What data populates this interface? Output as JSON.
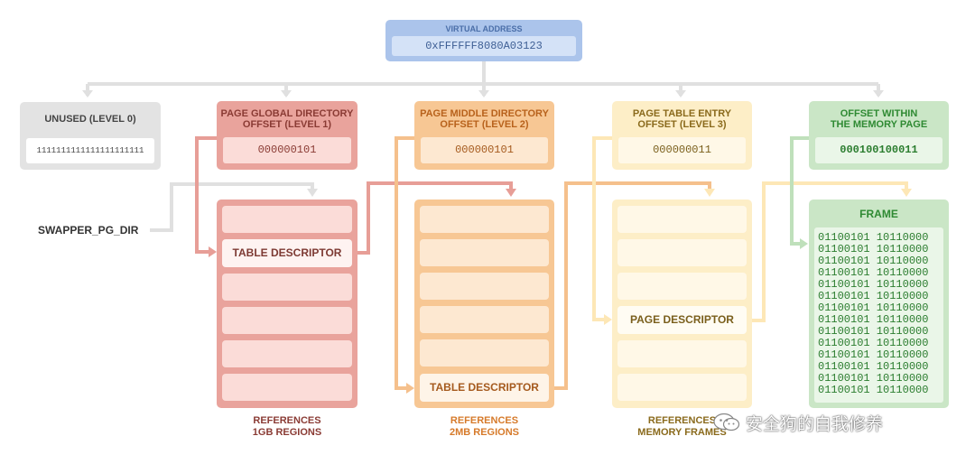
{
  "virtual_address": {
    "label": "VIRTUAL ADDRESS",
    "value": "0xFFFFFF8080A03123"
  },
  "fields": {
    "unused": {
      "label": "UNUSED (LEVEL 0)",
      "value": "1111111111111111111111"
    },
    "pgd": {
      "label_line1": "PAGE GLOBAL DIRECTORY",
      "label_line2": "OFFSET (LEVEL 1)",
      "value": "000000101"
    },
    "pmd": {
      "label_line1": "PAGE MIDDLE DIRECTORY",
      "label_line2": "OFFSET (LEVEL 2)",
      "value": "000000101"
    },
    "pte": {
      "label_line1": "PAGE TABLE ENTRY",
      "label_line2": "OFFSET (LEVEL 3)",
      "value": "000000011"
    },
    "offset": {
      "label_line1": "OFFSET WITHIN",
      "label_line2": "THE MEMORY PAGE",
      "value": "000100100011"
    }
  },
  "swapper": "SWAPPER_PG_DIR",
  "tables": {
    "level1": {
      "descriptor": "TABLE DESCRIPTOR",
      "caption_line1": "REFERENCES",
      "caption_line2": "1GB REGIONS"
    },
    "level2": {
      "descriptor": "TABLE DESCRIPTOR",
      "caption_line1": "REFERENCES",
      "caption_line2": "2MB REGIONS"
    },
    "level3": {
      "descriptor": "PAGE DESCRIPTOR",
      "caption_line1": "REFERENCES",
      "caption_line2": "MEMORY FRAMES"
    }
  },
  "frame": {
    "title": "FRAME",
    "rows": [
      "01100101 10110000",
      "01100101 10110000",
      "01100101 10110000",
      "01100101 10110000",
      "01100101 10110000",
      "01100101 10110000",
      "01100101 10110000",
      "01100101 10110000",
      "01100101 10110000",
      "01100101 10110000",
      "01100101 10110000",
      "01100101 10110000",
      "01100101 10110000",
      "01100101 10110000"
    ]
  },
  "watermark": "安全狗的自我修养",
  "colors": {
    "va_fill": "#abc4eb",
    "va_inner": "#d4e2f7",
    "va_text": "#4a6ea8",
    "unused_fill": "#e3e3e3",
    "unused_text": "#444444",
    "l1_fill": "#e9a39c",
    "l1_inner": "#fbdcd8",
    "l1_text": "#8a3b34",
    "l2_fill": "#f7c794",
    "l2_inner": "#fde8d1",
    "l2_text": "#b8621c",
    "l3_fill": "#fdeec7",
    "l3_inner": "#fff8e7",
    "l3_text": "#8a6a1c",
    "frame_fill": "#cae6c6",
    "frame_inner": "#eaf6e8",
    "frame_text": "#2f8a33",
    "connector": "#dedede"
  }
}
